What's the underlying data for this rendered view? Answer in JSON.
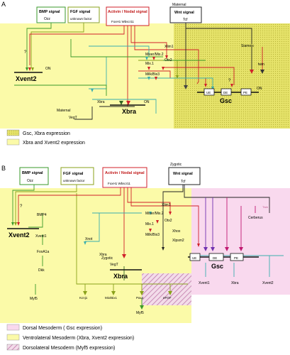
{
  "panelA": {
    "letter": "A",
    "bmp": {
      "title": "BMP signal",
      "sub": "Ozz"
    },
    "fgf": {
      "title": "FGF signal",
      "sub": "unknown factor"
    },
    "activin": {
      "title": "Activin / Nodal signal",
      "sub": "FoxH1  Wbscr11"
    },
    "maternal_top": "Maternal",
    "wnt": {
      "title": "Wnt signal",
      "sub": "Tcf"
    },
    "q1": "?",
    "q2": "?",
    "xvent2": "Xvent2",
    "on1": "ON",
    "xlim1": "Xlim1",
    "otx2": "Otx2",
    "mixer": "Mixer/Mix.2",
    "mix1": "Mix.1",
    "milk": "Milk/Bix3",
    "siamois": "Siamois",
    "twin": "twin",
    "xbra_in": "Xbra",
    "xbra": "Xbra",
    "on2": "ON",
    "gsc": "Gsc",
    "on3": "ON",
    "boxes": [
      "UE",
      "DE",
      "PE"
    ],
    "maternal_veg": "Maternal",
    "vegt": "VegT"
  },
  "legendA": [
    {
      "text": "Gsc, Xbra expression",
      "color": "#e8e56a"
    },
    {
      "text": "Xbra and Xvent2 expression",
      "color": "#fbfaa8"
    }
  ],
  "panelB": {
    "letter": "B",
    "bmp": {
      "title": "BMP signal",
      "sub": "Ozz"
    },
    "fgf": {
      "title": "FGF signal",
      "sub": "unknown factor"
    },
    "activin": {
      "title": "Activin / Nodal signal",
      "sub": "FoxH1  Wbscr11"
    },
    "zygotic_top": "Zygotic",
    "wnt": {
      "title": "Wnt signal",
      "sub": "Tcf"
    },
    "q": "?",
    "bmp4": "BMP4",
    "xvent2": "Xvent2",
    "xvent1": "Xvent1",
    "foxa1a": "FoxA1a",
    "dkk": "Dkk",
    "myf5": "Myf5",
    "xnot": "Xnot",
    "xlim1": "Xlim1",
    "otx2": "Otx2",
    "mixer": "Mixer/Mix.2",
    "mix1": "Mix.1",
    "milk": "Milk/Bix3",
    "xbra_in": "Xbra",
    "xhox": "Xhox",
    "xlpsm2": "Xlpsm2",
    "zygotic_veg": "Zygotic",
    "vegt": "VegT",
    "xbra": "Xbra",
    "gsc": "Gsc",
    "boxes": [
      "UE",
      "DE",
      "PE"
    ],
    "cerberus": "Cerberus",
    "twin": "Twin",
    "xvent1b": "Xvent1",
    "mixbix": "Mix/Bix1",
    "pax4": "Pax4",
    "efgf": "eFGF",
    "myf5b": "Myf5",
    "kcnj": "Kcnj1",
    "xbra2": "Xbra",
    "xvent2b": "Xvent2"
  },
  "legendB": [
    {
      "text": "Dorsal Mesoderm ( Gsc expression)",
      "color": "#f9d9ee"
    },
    {
      "text": "Ventrolateral Mesoderm (Xbra, Xvent2 expression)",
      "color": "#fbfaa8"
    },
    {
      "text": "Dorsolateral Mesoderm (Myf5 expression)",
      "color": "#e8b9d8"
    }
  ]
}
